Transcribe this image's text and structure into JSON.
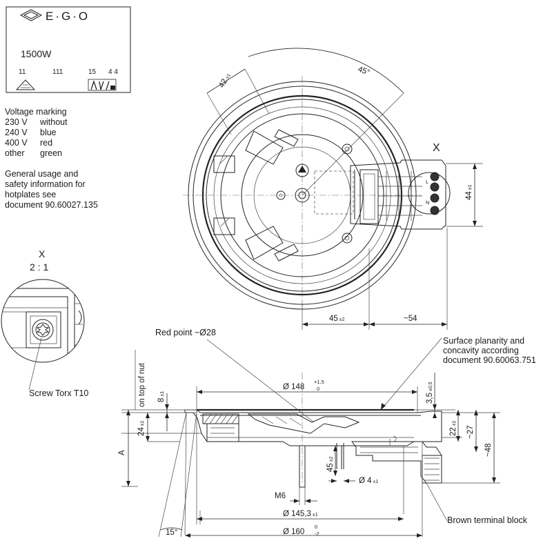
{
  "logo_box": {
    "brand": "E·G·O",
    "power": "1500W",
    "codes": [
      "11",
      "111",
      "15",
      "4 4"
    ]
  },
  "voltage_marking": {
    "title": "Voltage marking",
    "rows": [
      {
        "voltage": "230 V",
        "color": "without"
      },
      {
        "voltage": "240 V",
        "color": "blue"
      },
      {
        "voltage": "400 V",
        "color": "red"
      },
      {
        "voltage": "other",
        "color": "green"
      }
    ]
  },
  "general_info": [
    "General usage and",
    "safety information for",
    "hotplates see",
    "document 90.60027.135"
  ],
  "detail": {
    "letter": "X",
    "scale": "2 : 1",
    "screw_label": "Screw Torx T10"
  },
  "top_view": {
    "detail_marker": "X",
    "dims": {
      "angle": "45°",
      "d42": "42",
      "d42_tol": "±1",
      "d44": "44",
      "d44_tol": "±1",
      "d45": "45",
      "d45_tol": "±2",
      "d54": "~54"
    },
    "pin_letters": [
      "L",
      "N"
    ]
  },
  "section_view": {
    "labels": {
      "red_point": "Red point ~Ø28",
      "surface": [
        "Surface planarity and",
        "concavity according",
        "document 90.60063.751"
      ],
      "brown_block": "Brown terminal block",
      "on_top_of_nut": "on top of nut",
      "A": "A"
    },
    "dims": {
      "d148": "Ø 148",
      "d148_tol_up": "+1,5",
      "d148_tol_low": "0",
      "d145": "Ø 145,3",
      "d145_tol": "±1",
      "d160": "Ø 160",
      "d160_tol_up": "0",
      "d160_tol_low": "-2",
      "m6": "M6",
      "d4": "Ø 4",
      "d4_tol": "±1",
      "h8": "8",
      "h8_tol": "±1",
      "h24": "24",
      "h24_tol": "±1",
      "h35": "3,5",
      "h35_tol": "±0,5",
      "h22": "22",
      "h22_tol": "±1",
      "h27": "~27",
      "h48": "~48",
      "h45": "45",
      "h45_tol": "±2",
      "ang15": "15°"
    }
  }
}
